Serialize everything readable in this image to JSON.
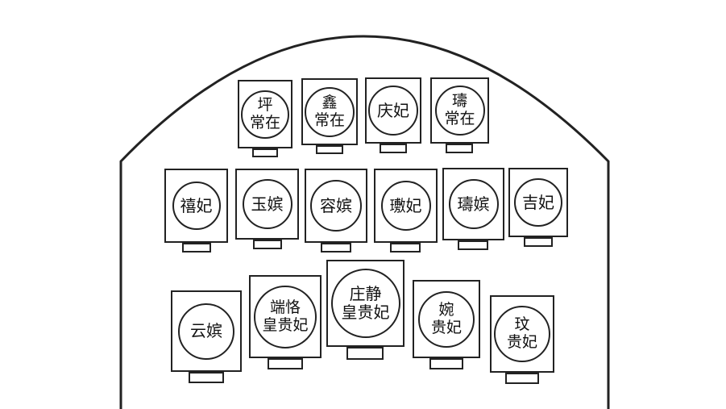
{
  "rows": [
    {
      "row": "back",
      "tablets": [
        {
          "name": "坪\n常在"
        },
        {
          "name": "鑫\n常在"
        },
        {
          "name": "庆妃"
        },
        {
          "name": "璹\n常在"
        }
      ]
    },
    {
      "row": "middle",
      "tablets": [
        {
          "name": "禧妃"
        },
        {
          "name": "玉嫔"
        },
        {
          "name": "容嫔"
        },
        {
          "name": "璷妃"
        },
        {
          "name": "璹嫔"
        },
        {
          "name": "吉妃"
        }
      ]
    },
    {
      "row": "front",
      "tablets": [
        {
          "name": "云嫔"
        },
        {
          "name": "端恪\n皇贵妃"
        },
        {
          "name": "庄静\n皇贵妃"
        },
        {
          "name": "婉\n贵妃"
        },
        {
          "name": "玟\n贵妃"
        }
      ]
    }
  ]
}
